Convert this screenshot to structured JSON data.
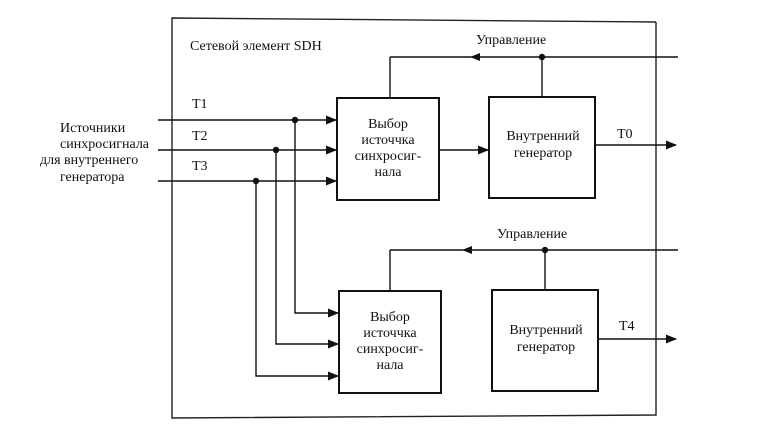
{
  "network_element_label": "Сетевой элемент SDH",
  "sources_label": [
    "Источники",
    "синхросигнала",
    "для внутреннего",
    "генератора"
  ],
  "inputs": [
    "T1",
    "T2",
    "T3"
  ],
  "control_label_top": "Управление",
  "control_label_bottom": "Управление",
  "selector_top": [
    "Выбор",
    "источчка",
    "синхросиг-",
    "нала"
  ],
  "selector_bottom": [
    "Выбор",
    "источчка",
    "синхросиг-",
    "нала"
  ],
  "generator_top": [
    "Внутренний",
    "генератор"
  ],
  "generator_bottom": [
    "Внутренний",
    "генератор"
  ],
  "output_top": "T0",
  "output_bottom": "T4"
}
